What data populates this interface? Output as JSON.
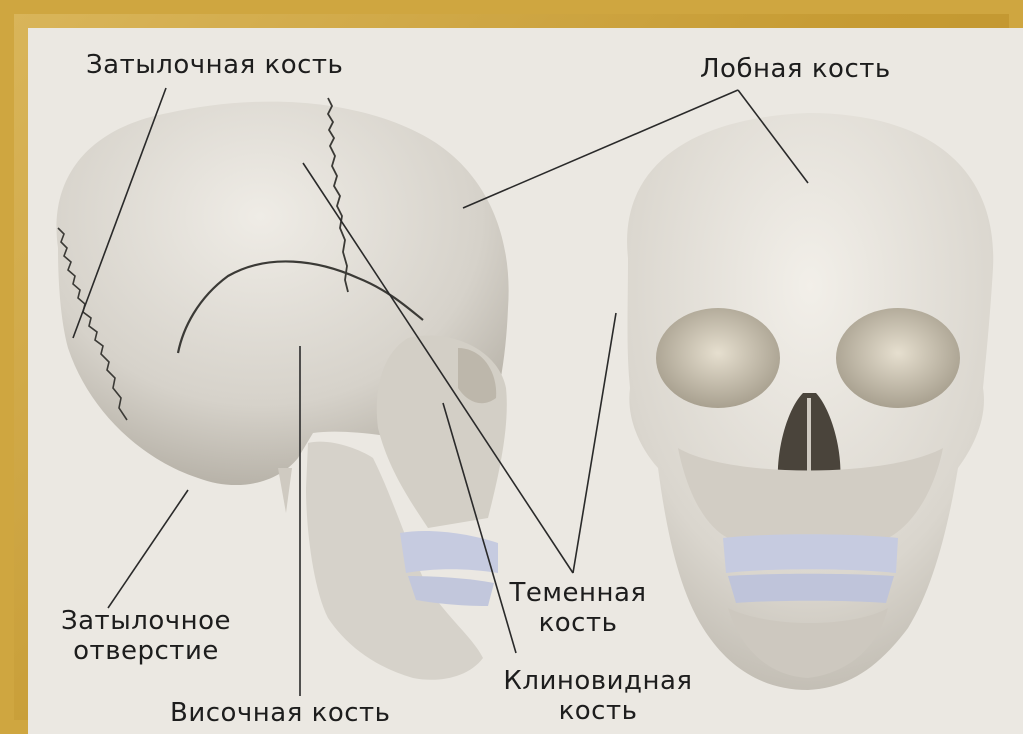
{
  "labels": {
    "occipital_bone": "Затылочная кость",
    "frontal_bone": "Лобная кость",
    "parietal_bone": [
      "Теменная",
      "кость"
    ],
    "foramen_magnum": [
      "Затылочное",
      "отверстие"
    ],
    "sphenoid_bone": [
      "Клиновидная",
      "кость"
    ],
    "temporal_bone": "Височная кость"
  },
  "colors": {
    "frame": "#c9a13a",
    "background": "#ebe8e2",
    "bone": "#dcd8d0",
    "bone_shadow": "#b9b4aa",
    "teeth": "#c6cbe0",
    "leader_line": "#2a2a2a"
  }
}
